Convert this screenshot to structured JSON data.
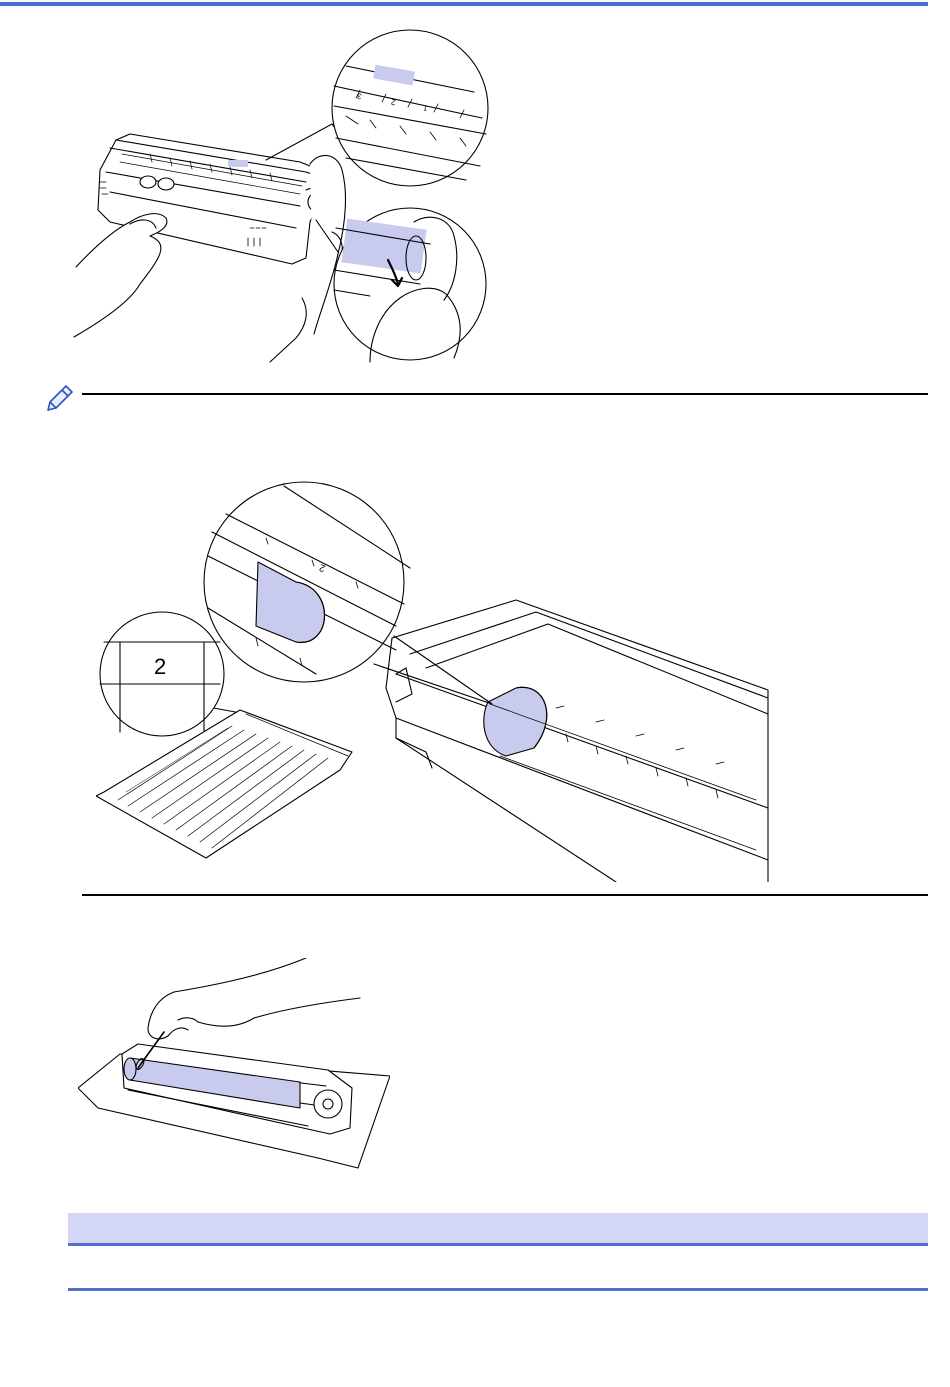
{
  "figures": {
    "drum_mark": {
      "marks": [
        "3",
        "2",
        "1"
      ]
    },
    "drum_compare": {
      "sheet_number": "2",
      "drum_number": "2"
    }
  },
  "colors": {
    "accent": "#4a6fcc",
    "drum_highlight": "#c9cbee",
    "related_bar": "#d3d6f4"
  },
  "icons": {
    "note": "pencil-note-icon"
  }
}
